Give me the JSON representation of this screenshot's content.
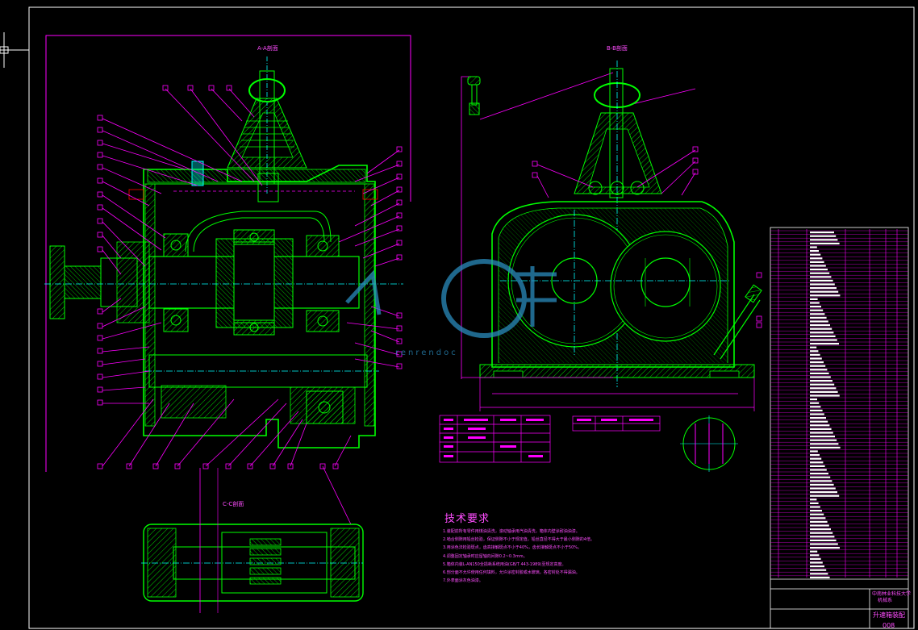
{
  "views": {
    "aa": "A-A剖面",
    "bb": "B-B剖面",
    "cc": "C-C剖面"
  },
  "tech": {
    "title": "技术要求",
    "items": [
      "1.装配前所有零件用煤油清洗，滚动轴承用汽油清洗，箱体内壁涂耐油油漆。",
      "2.啮合侧隙用铅丝检验，保证侧隙不小于规定值，铅丝直径不得大于最小侧隙的4倍。",
      "3.用涂色法检验斑点，齿高接触斑点不小于40%，齿长接触斑点不小于50%。",
      "4.调整固定轴承时应留轴向间隙0.2~0.3mm。",
      "5.箱体内装L-AN150全损耗系统用油(GB/T 443-1989)至规定高度。",
      "6.剖分面不允许使用任何填料，允许涂密封胶或水玻璃，各密封处不得漏油。",
      "7.外表面涂灰色油漆。"
    ]
  },
  "title_block": {
    "school": "中南林业科技大学",
    "dept": "机械系",
    "name": "升速箱装配",
    "code": "008"
  },
  "watermark": {
    "text": "renrendoc"
  },
  "colors": {
    "background": "#000000",
    "outline": "#00ff00",
    "center": "#00ffff",
    "leader": "#ff00ff",
    "frame": "#ffffff"
  }
}
